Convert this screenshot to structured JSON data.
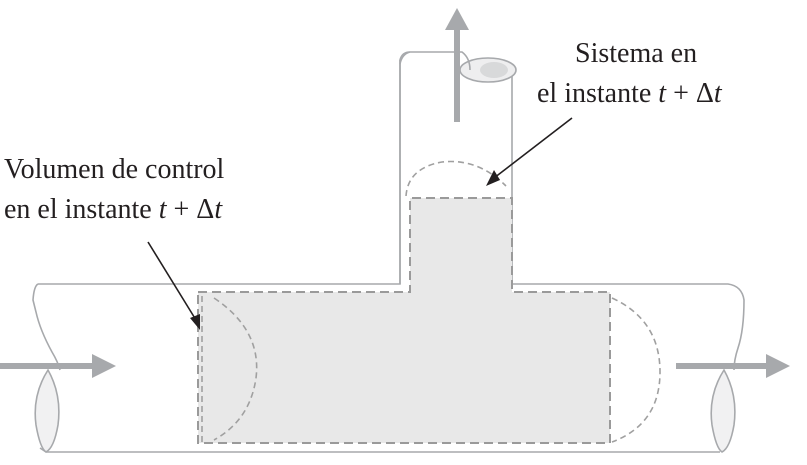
{
  "labels": {
    "system": {
      "line1": "Sistema en",
      "line2_prefix": "el instante ",
      "line2_t": "t",
      "line2_plus": " + Δ",
      "line2_t2": "t"
    },
    "control_volume": {
      "line1": "Volumen de control",
      "line2_prefix": "en el instante ",
      "line2_t": "t",
      "line2_plus": " + Δ",
      "line2_t2": "t"
    }
  },
  "colors": {
    "pipe": "#a7a9ac",
    "control_volume_fill": "#e8e8e8",
    "arrow": "#a7a9ac",
    "text": "#231f20"
  }
}
